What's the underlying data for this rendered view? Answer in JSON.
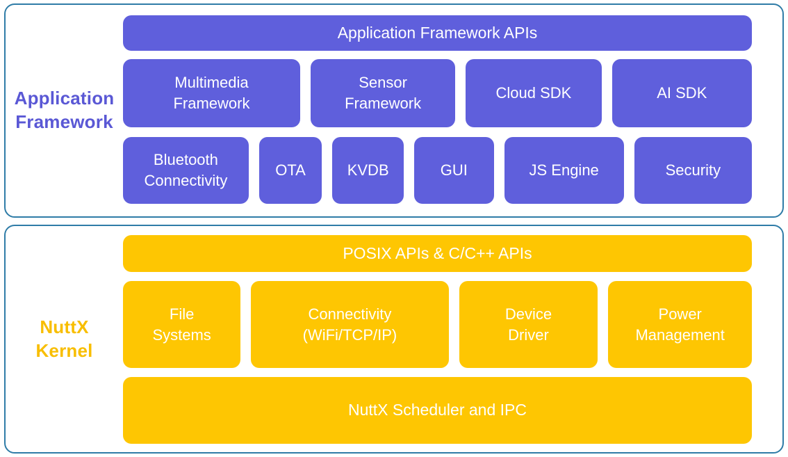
{
  "colors": {
    "app_block": "#5f5fdc",
    "app_label": "#5a58d5",
    "kernel_block": "#fec602",
    "kernel_label": "#f8be00",
    "panel_border": "#2f7ca7",
    "block_text": "#ffffff",
    "background": "#ffffff"
  },
  "sections": {
    "app": {
      "side_label": "Application\nFramework",
      "rows": [
        [
          "Application Framework APIs"
        ],
        [
          "Multimedia\nFramework",
          "Sensor\nFramework",
          "Cloud SDK",
          "AI SDK"
        ],
        [
          "Bluetooth\nConnectivity",
          "OTA",
          "KVDB",
          "GUI",
          "JS Engine",
          "Security"
        ]
      ]
    },
    "kernel": {
      "side_label": "NuttX\nKernel",
      "rows": [
        [
          "POSIX APIs & C/C++ APIs"
        ],
        [
          "File\nSystems",
          "Connectivity\n(WiFi/TCP/IP)",
          "Device\nDriver",
          "Power\nManagement"
        ],
        [
          "NuttX Scheduler and IPC"
        ]
      ]
    }
  }
}
